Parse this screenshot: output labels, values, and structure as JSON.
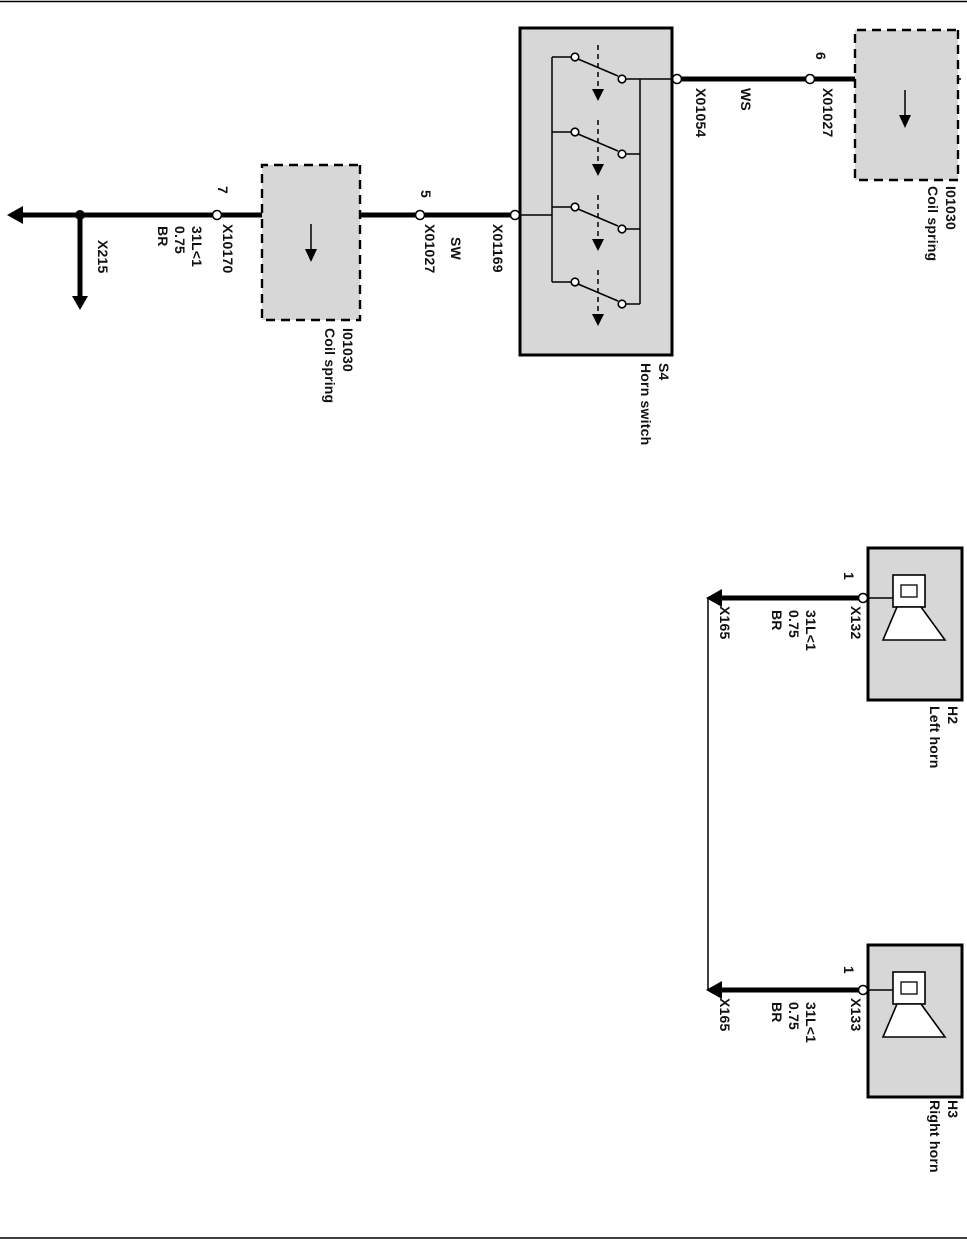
{
  "horn_switch": {
    "code": "S4",
    "name": "Horn switch",
    "connector_in": "X01169",
    "connector_out": "X01054"
  },
  "supply_branch": {
    "wire_color": "WS",
    "pin": "6",
    "connector": "X01027",
    "coil": {
      "code": "I01030",
      "name": "Coil spring"
    }
  },
  "steering_branch": {
    "wire_color": "SW",
    "pin": "5",
    "connector": "X01027",
    "coil": {
      "code": "I01030",
      "name": "Coil spring"
    },
    "pin2": "7",
    "connector2": "X10170",
    "wire": {
      "circuit": "31L<1",
      "gauge": "0.75",
      "color": "BR"
    },
    "ground": "X215"
  },
  "left_horn": {
    "code": "H2",
    "name": "Left horn",
    "pin": "1",
    "connector": "X132",
    "wire": {
      "circuit": "31L<1",
      "gauge": "0.75",
      "color": "BR"
    },
    "ground": "X165"
  },
  "right_horn": {
    "code": "H3",
    "name": "Right horn",
    "pin": "1",
    "connector": "X133",
    "wire": {
      "circuit": "31L<1",
      "gauge": "0.75",
      "color": "BR"
    },
    "ground": "X165"
  },
  "colors": {
    "component_fill": "#d7d7d7",
    "line": "#000000",
    "background": "#ffffff"
  }
}
